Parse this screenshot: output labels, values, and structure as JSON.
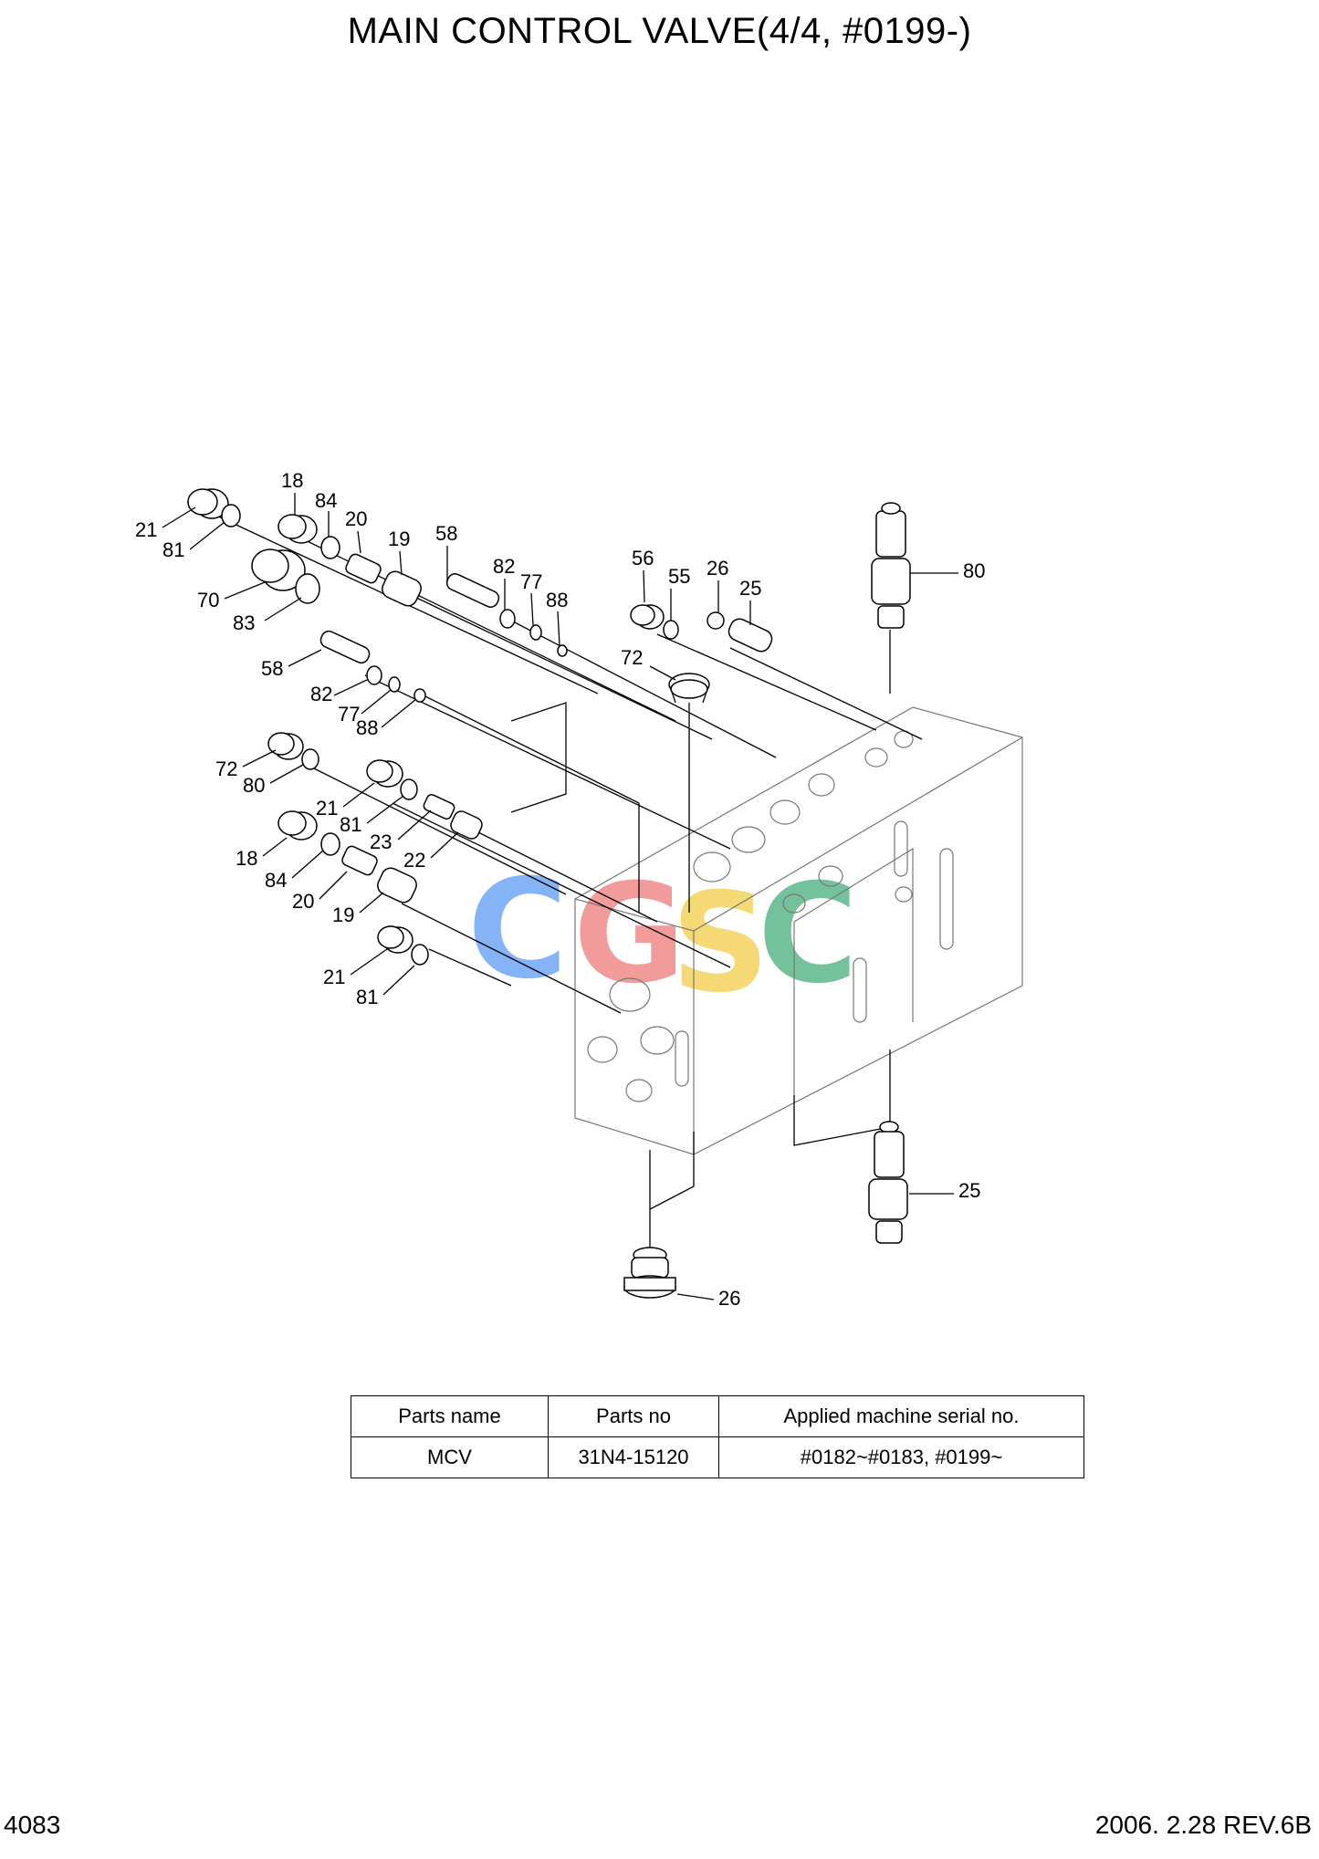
{
  "page": {
    "title": "MAIN CONTROL VALVE(4/4, #0199-)",
    "page_number": "4083",
    "revision": "2006. 2.28  REV.6B"
  },
  "watermark": {
    "text": "CGSC",
    "colors": [
      "#6fa8f5",
      "#f08a8a",
      "#f4d35e",
      "#5cb88a"
    ]
  },
  "callouts": [
    "21",
    "81",
    "18",
    "84",
    "20",
    "19",
    "58",
    "82",
    "77",
    "88",
    "70",
    "83",
    "58",
    "82",
    "77",
    "88",
    "72",
    "80",
    "56",
    "55",
    "26",
    "25",
    "72",
    "80",
    "21",
    "81",
    "23",
    "22",
    "18",
    "84",
    "20",
    "19",
    "21",
    "81",
    "25",
    "26"
  ],
  "parts_table": {
    "headers": [
      "Parts name",
      "Parts no",
      "Applied machine serial no."
    ],
    "rows": [
      [
        "MCV",
        "31N4-15120",
        "#0182~#0183, #0199~"
      ]
    ]
  }
}
